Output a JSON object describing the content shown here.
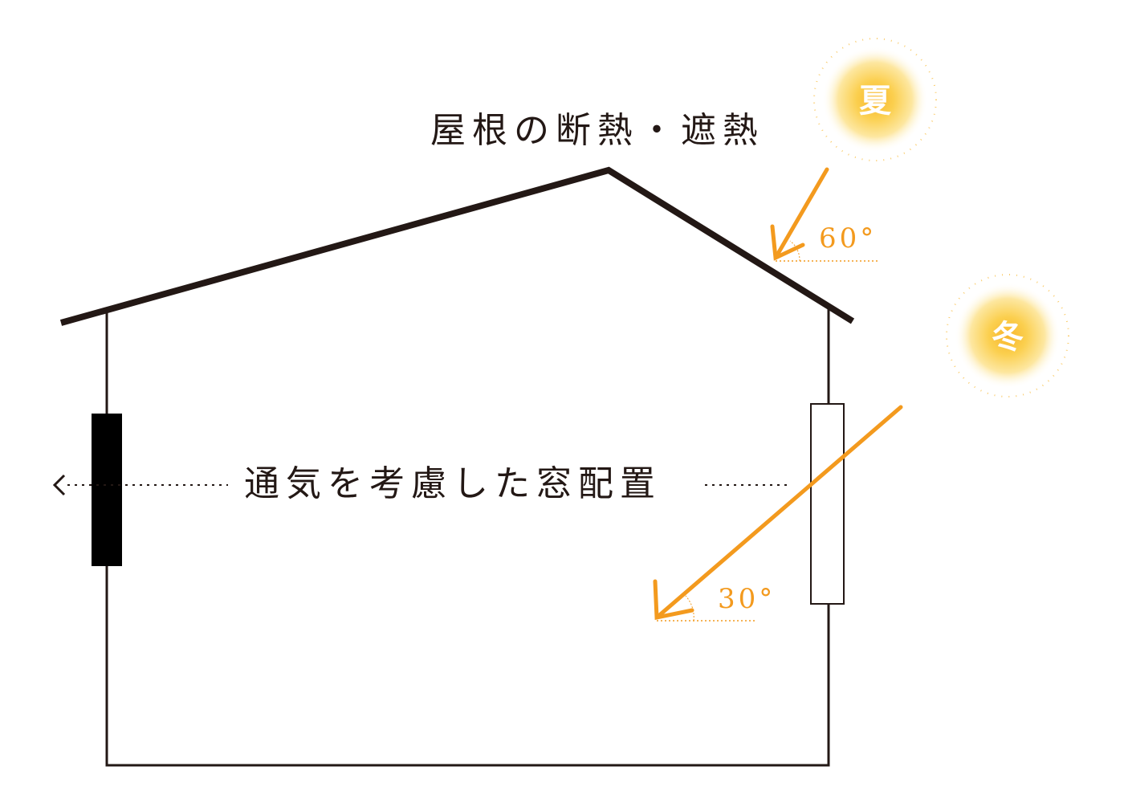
{
  "labels": {
    "roof": "屋根の断熱・遮熱",
    "ventilation": "通気を考慮した窓配置"
  },
  "sun": {
    "summer": {
      "label": "夏",
      "angle": "60°"
    },
    "winter": {
      "label": "冬",
      "angle": "30°"
    }
  },
  "colors": {
    "line": "#231815",
    "accent": "#f39a1e",
    "sun_core": "#fbd04a",
    "sun_glow": "#fff3c4"
  }
}
